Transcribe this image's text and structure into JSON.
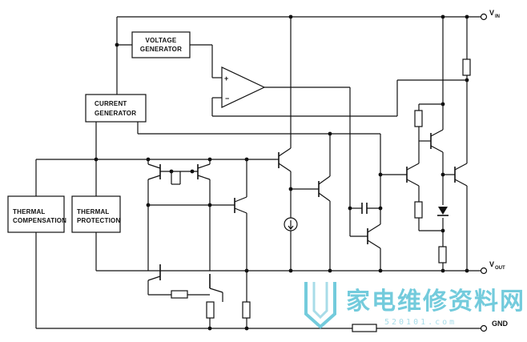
{
  "blocks": {
    "voltage_generator": [
      "VOLTAGE",
      "GENERATOR"
    ],
    "current_generator": [
      "CURRENT",
      "GENERATOR"
    ],
    "thermal_compensation": [
      "THERMAL",
      "COMPENSATION"
    ],
    "thermal_protection": [
      "THERMAL",
      "PROTECTION"
    ]
  },
  "opamp": {
    "plus": "+",
    "minus": "−"
  },
  "pins": {
    "vin": {
      "main": "V",
      "sub": "IN"
    },
    "vout": {
      "main": "V",
      "sub": "OUT"
    },
    "gnd": {
      "main": "GND"
    }
  },
  "watermark": {
    "text": "家电维修资料网",
    "url": "520101.com",
    "color": "#5bc3d6"
  }
}
